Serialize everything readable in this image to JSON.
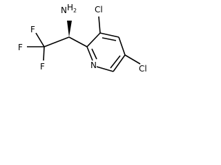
{
  "molecule": {
    "atom_labels": {
      "amine_n": "N",
      "amine_h": "H",
      "amine_h_count": "2",
      "cl_upper": "Cl",
      "cl_lower": "Cl",
      "pyridine_n": "N",
      "f1": "F",
      "f2": "F",
      "f3": "F"
    },
    "colors": {
      "ink": "#000000",
      "background": "#ffffff"
    }
  }
}
